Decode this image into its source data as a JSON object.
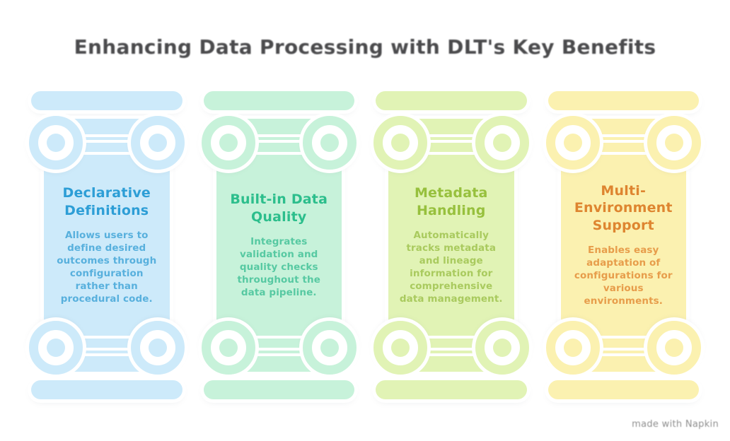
{
  "header": {
    "title": "Enhancing Data Processing with DLT's Key Benefits",
    "color": "#4b4b4d"
  },
  "pillars": [
    {
      "title": "Declarative Definitions",
      "description": "Allows users to define desired outcomes through configuration rather than procedural code.",
      "fill": "#cdeafa",
      "title_color": "#2d9ed6",
      "body_color": "#58b0dd"
    },
    {
      "title": "Built-in Data Quality",
      "description": "Integrates validation and quality checks throughout the data pipeline.",
      "fill": "#c7f2da",
      "title_color": "#2cbe8c",
      "body_color": "#57c9a2"
    },
    {
      "title": "Metadata Handling",
      "description": "Automatically tracks metadata and lineage information for comprehensive data management.",
      "fill": "#e1f3b5",
      "title_color": "#97c03d",
      "body_color": "#a9ca5e"
    },
    {
      "title": "Multi-Environment Support",
      "description": "Enables easy adaptation of configurations for various environments.",
      "fill": "#fbf1b0",
      "title_color": "#de8530",
      "body_color": "#e79d4b"
    }
  ],
  "watermark": {
    "label": "made with Napkin",
    "color": "#8f8f8f"
  }
}
